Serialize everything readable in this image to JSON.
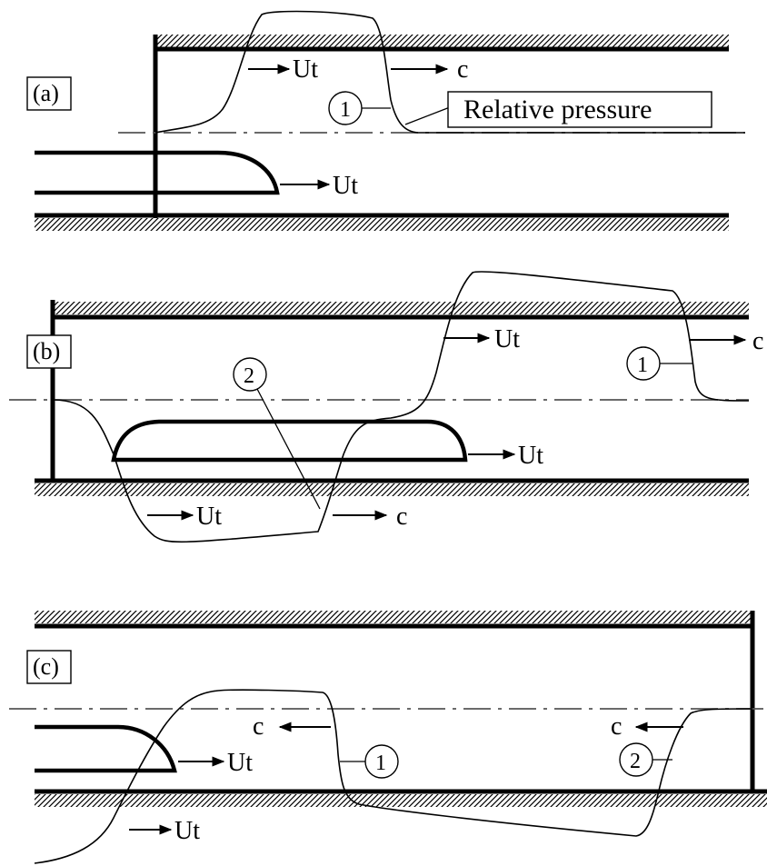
{
  "panels": {
    "a": {
      "label": "(a)",
      "arrows": {
        "ut_top": "Ut",
        "c_top": "c",
        "ut_train": "Ut"
      },
      "circle": "1",
      "callout": "Relative pressure"
    },
    "b": {
      "label": "(b)",
      "arrows": {
        "ut_top": "Ut",
        "c_right": "c",
        "ut_train": "Ut",
        "ut_bottom": "Ut",
        "c_bottom": "c"
      },
      "circle_1": "1",
      "circle_2": "2"
    },
    "c": {
      "label": "(c)",
      "arrows": {
        "c_left": "c",
        "ut_train": "Ut",
        "ut_bottom": "Ut",
        "c_right": "c"
      },
      "circle_1": "1",
      "circle_2": "2"
    }
  },
  "colors": {
    "ink": "#000000",
    "dash": "#555555",
    "background": "#ffffff"
  }
}
